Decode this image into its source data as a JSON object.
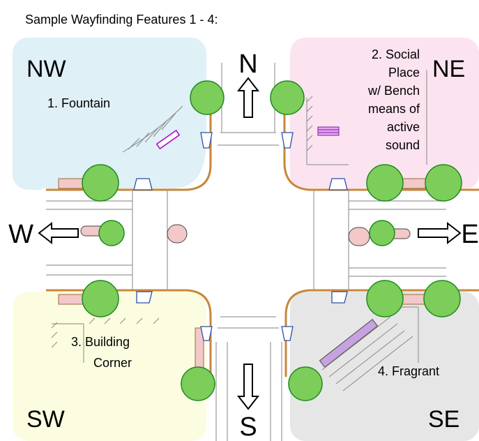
{
  "title": "Sample Wayfinding Features 1 - 4:",
  "colors": {
    "nw_fill": "#dff0f7",
    "ne_fill": "#fbe3f0",
    "sw_fill": "#fcfde0",
    "se_fill": "#e6e6e6",
    "tree": "#7ccd5a",
    "tree_dark": "#1e8a1e",
    "curb": "#c8873a",
    "crosswalk": "#2a4fa8"
  },
  "quadrants": {
    "nw": {
      "corner": "NW",
      "feature": "1. Fountain"
    },
    "ne": {
      "corner": "NE",
      "feature_lines": [
        "2. Social",
        "Place",
        "w/ Bench",
        "means of",
        "active",
        "sound"
      ]
    },
    "sw": {
      "corner": "SW",
      "feature_lines": [
        "3. Building",
        "Corner"
      ]
    },
    "se": {
      "corner": "SE",
      "feature": "4. Fragrant"
    }
  },
  "compass": {
    "north": "N",
    "south": "S",
    "west": "W",
    "east": "E"
  }
}
